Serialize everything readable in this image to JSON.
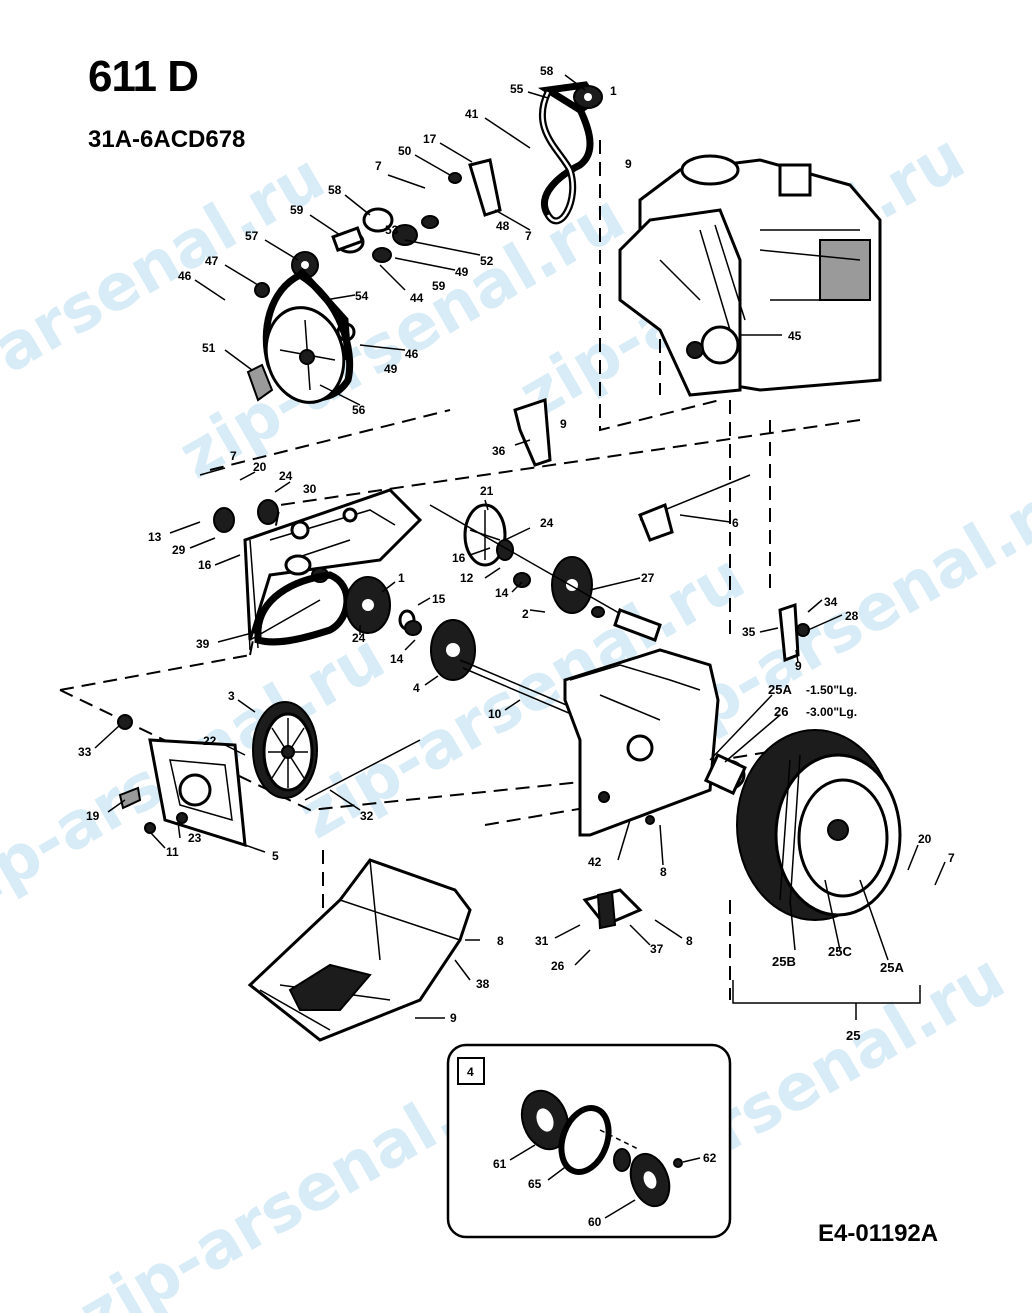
{
  "header": {
    "title": "611 D",
    "model_number": "31A-6ACD678"
  },
  "footer": {
    "drawing_code": "E4-01192A"
  },
  "watermark": {
    "text": "zip-arsenal.ru",
    "color": "#d7ecf6"
  },
  "callouts": {
    "c58": "58",
    "c1a": "1",
    "c55": "55",
    "c41": "41",
    "c17": "17",
    "c50": "50",
    "c7a": "7",
    "c9a": "9",
    "c58b": "58",
    "c59": "59",
    "c48": "48",
    "c7b": "7",
    "c57": "57",
    "c53": "53",
    "c52": "52",
    "c49a": "49",
    "c47": "47",
    "c46a": "46",
    "c44": "44",
    "c59b": "59",
    "c54": "54",
    "c45": "45",
    "c51": "51",
    "c46b": "46",
    "c49b": "49",
    "c56": "56",
    "c9b": "9",
    "c36": "36",
    "c7c": "7",
    "c20a": "20",
    "c24a": "24",
    "c30": "30",
    "c13": "13",
    "c29": "29",
    "c16a": "16",
    "c21": "21",
    "c24b": "24",
    "c6": "6",
    "c16b": "16",
    "c12": "12",
    "c1b": "1",
    "c15": "15",
    "c14a": "14",
    "c27": "27",
    "c2": "2",
    "c39": "39",
    "c24c": "24",
    "c14b": "14",
    "c4": "4",
    "c34": "34",
    "c28": "28",
    "c35": "35",
    "c9c": "9",
    "c25A_note": "25A",
    "c25A_len": "-1.50\"Lg.",
    "c26_note": "26",
    "c26_len": "-3.00\"Lg.",
    "c10": "10",
    "c3": "3",
    "c22": "22",
    "c33": "33",
    "c19": "19",
    "c23": "23",
    "c11": "11",
    "c5": "5",
    "c32": "32",
    "c42": "42",
    "c8a": "8",
    "c20b": "20",
    "c7d": "7",
    "c8b": "8",
    "c31": "31",
    "c8c": "8",
    "c37": "37",
    "c26b": "26",
    "c38": "38",
    "c9d": "9",
    "c25B": "25B",
    "c25C": "25C",
    "c25A": "25A",
    "c25": "25"
  },
  "inset": {
    "label": "4",
    "c61": "61",
    "c65": "65",
    "c60": "60",
    "c62": "62"
  }
}
